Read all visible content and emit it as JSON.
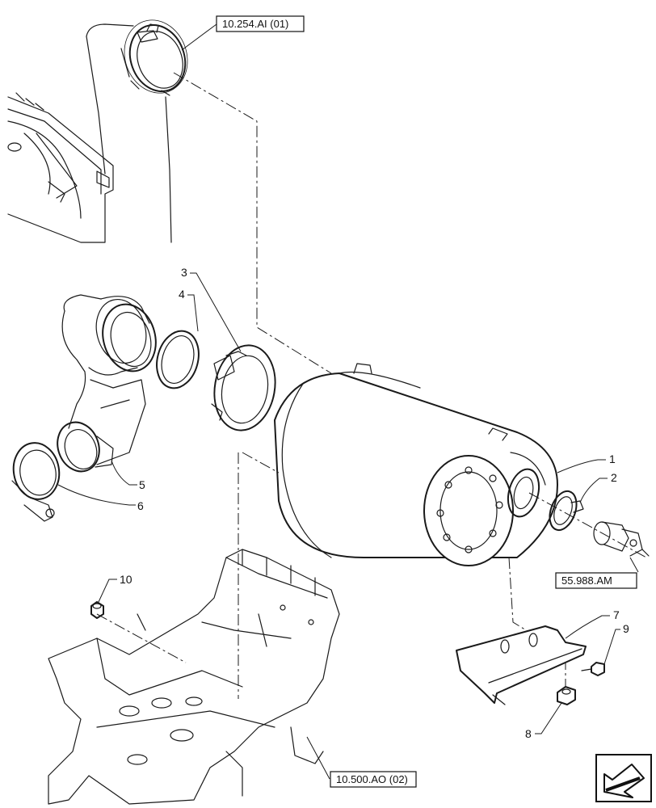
{
  "references": {
    "top_pipe": "10.254.AI (01)",
    "sensor": "55.988.AM",
    "frame": "10.500.AO (02)"
  },
  "callouts": [
    "1",
    "2",
    "3",
    "4",
    "5",
    "6",
    "7",
    "8",
    "9",
    "10"
  ],
  "nav": {
    "icon": "arrow-next-page-icon"
  }
}
